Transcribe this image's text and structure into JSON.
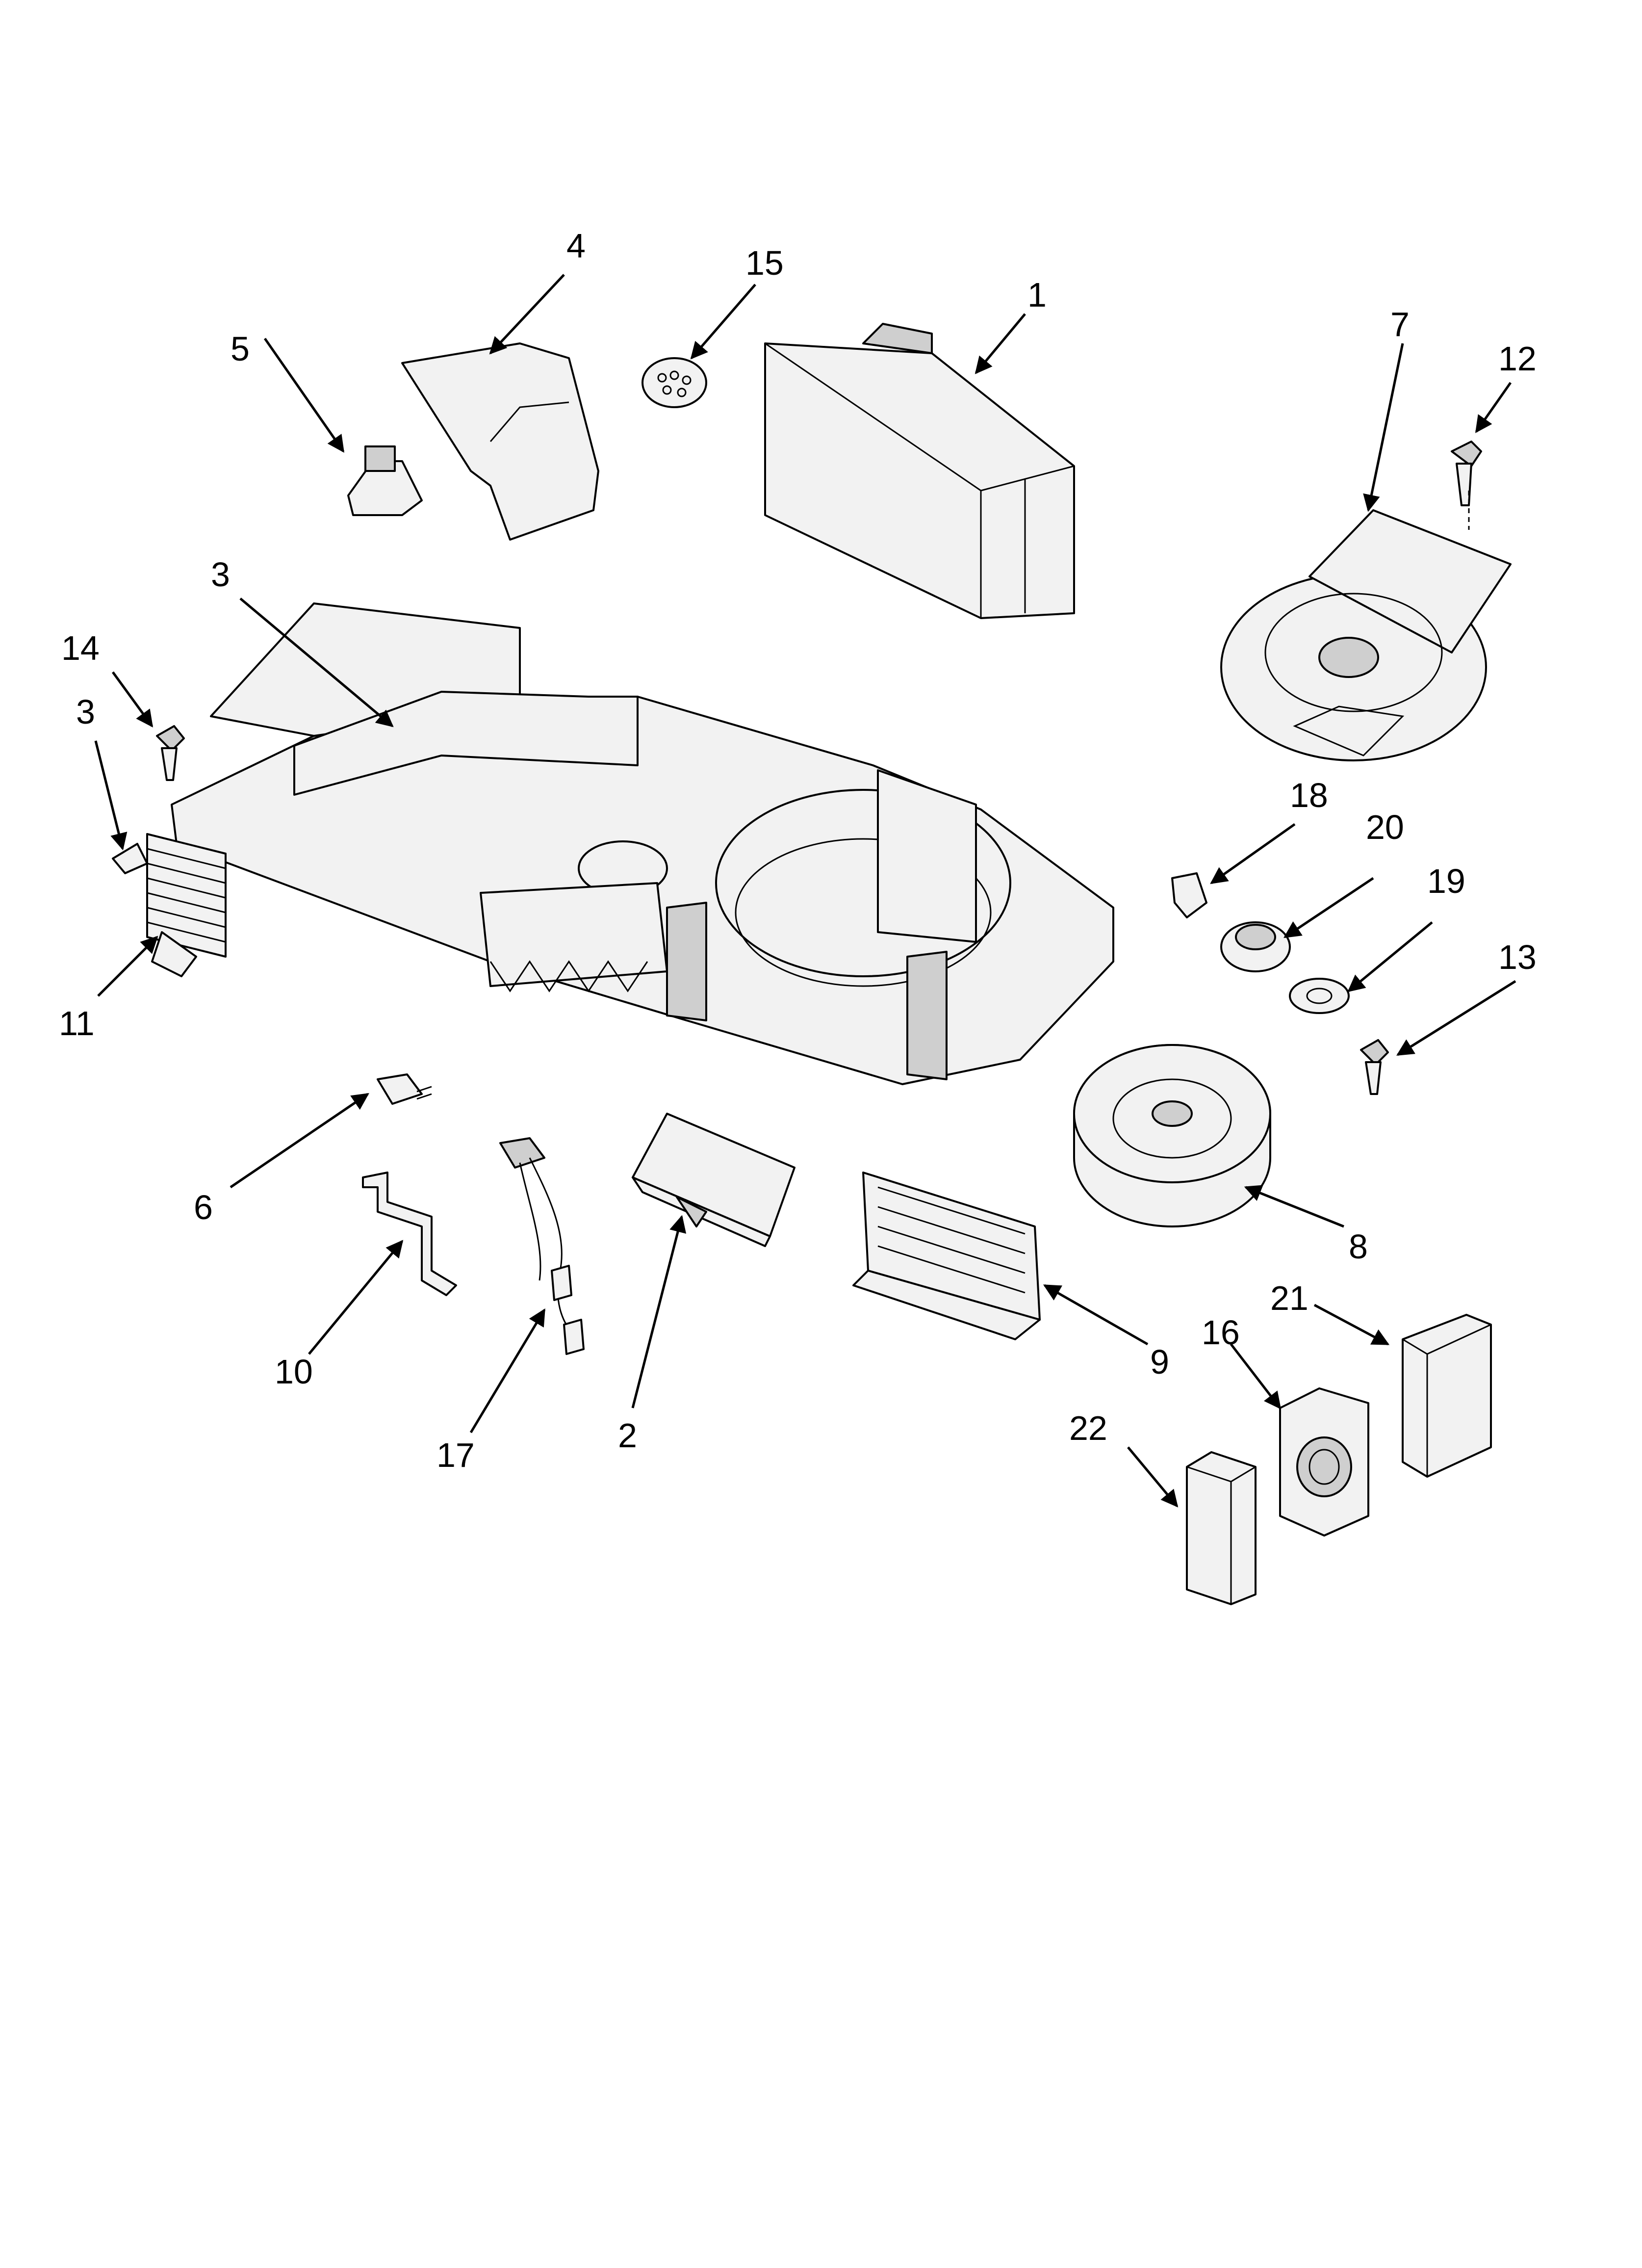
{
  "callouts": {
    "c1": "1",
    "c2": "2",
    "c3a": "3",
    "c3b": "3",
    "c4": "4",
    "c5": "5",
    "c6": "6",
    "c7": "7",
    "c8": "8",
    "c9": "9",
    "c10": "10",
    "c11": "11",
    "c12": "12",
    "c13": "13",
    "c14": "14",
    "c15": "15",
    "c16": "16",
    "c17": "17",
    "c18": "18",
    "c19": "19",
    "c20": "20",
    "c21": "21",
    "c22": "22"
  }
}
